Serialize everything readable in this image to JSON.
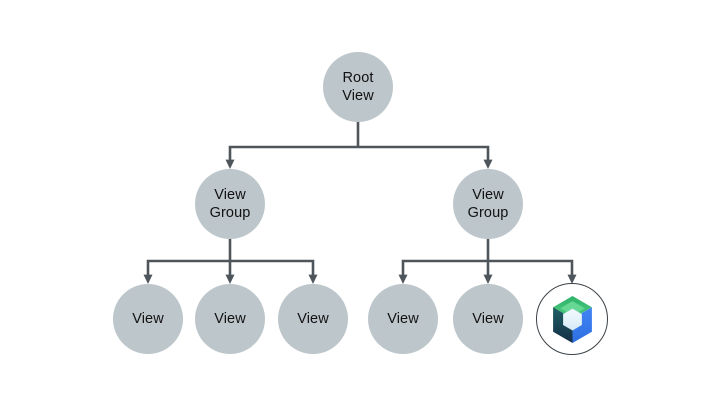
{
  "diagram": {
    "type": "tree",
    "nodes": [
      {
        "id": "root-view",
        "label": "Root\nView"
      },
      {
        "id": "view-group-left",
        "label": "View\nGroup"
      },
      {
        "id": "view-group-right",
        "label": "View\nGroup"
      },
      {
        "id": "view-1",
        "label": "View"
      },
      {
        "id": "view-2",
        "label": "View"
      },
      {
        "id": "view-3",
        "label": "View"
      },
      {
        "id": "view-4",
        "label": "View"
      },
      {
        "id": "view-5",
        "label": "View"
      },
      {
        "id": "compose-node",
        "label": "",
        "icon": "jetpack-compose-icon"
      }
    ],
    "edges": [
      [
        "root-view",
        "view-group-left"
      ],
      [
        "root-view",
        "view-group-right"
      ],
      [
        "view-group-left",
        "view-1"
      ],
      [
        "view-group-left",
        "view-2"
      ],
      [
        "view-group-left",
        "view-3"
      ],
      [
        "view-group-right",
        "view-4"
      ],
      [
        "view-group-right",
        "view-5"
      ],
      [
        "view-group-right",
        "compose-node"
      ]
    ],
    "colors": {
      "background": "#ffffff",
      "node_fill": "#BDC6CB",
      "node_text": "#121212",
      "connector": "#4E565C",
      "logo_ring": "#3C4247",
      "compose_green": "#3FC377",
      "compose_green_light": "#66D893",
      "compose_blue": "#3B7DEF",
      "compose_dark_face": "#16324A",
      "compose_hexagon": "#EAF5FB"
    }
  }
}
